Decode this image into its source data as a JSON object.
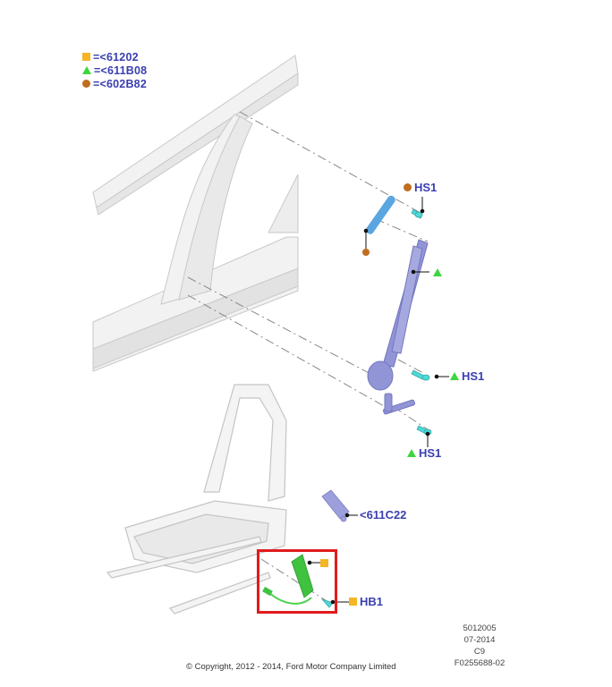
{
  "legend": {
    "items": [
      {
        "symbol": "square",
        "color": "#f5b526",
        "label": "=<61202"
      },
      {
        "symbol": "triangle",
        "color": "#3ed63e",
        "label": "=<611B08"
      },
      {
        "symbol": "circle",
        "color": "#c06d1e",
        "label": "=<602B82"
      }
    ]
  },
  "callouts": {
    "upper_anchor": {
      "symbol": "circle",
      "label": "HS1"
    },
    "retractor_bolt": {
      "symbol": "triangle",
      "label": "HS1"
    },
    "lower_anchor": {
      "symbol": "triangle",
      "label": "HS1"
    },
    "buckle_sleeve": {
      "label": "<611C22"
    },
    "buckle_bolt": {
      "symbol": "square",
      "label": "HB1"
    }
  },
  "parts": {
    "body_structure": "B-pillar / side body panel",
    "height_adjuster": "seat belt height adjuster",
    "retractor": "front seat belt retractor assembly",
    "seat_frame": "front seat frame",
    "buckle": "seat belt buckle (highlighted)"
  },
  "colors": {
    "label_text": "#3a3fb0",
    "highlight": "#e01b1b",
    "belt": "#8a8fd0",
    "adjuster": "#5aa6e0",
    "bolt": "#4fd8d8",
    "buckle": "#3fc23f"
  },
  "docinfo": {
    "line1": "5012005",
    "line2": "07-2014",
    "line3": "C9",
    "line4": "F0255688-02"
  },
  "footer": {
    "copyright": "© Copyright, 2012 - 2014, Ford Motor Company Limited"
  }
}
